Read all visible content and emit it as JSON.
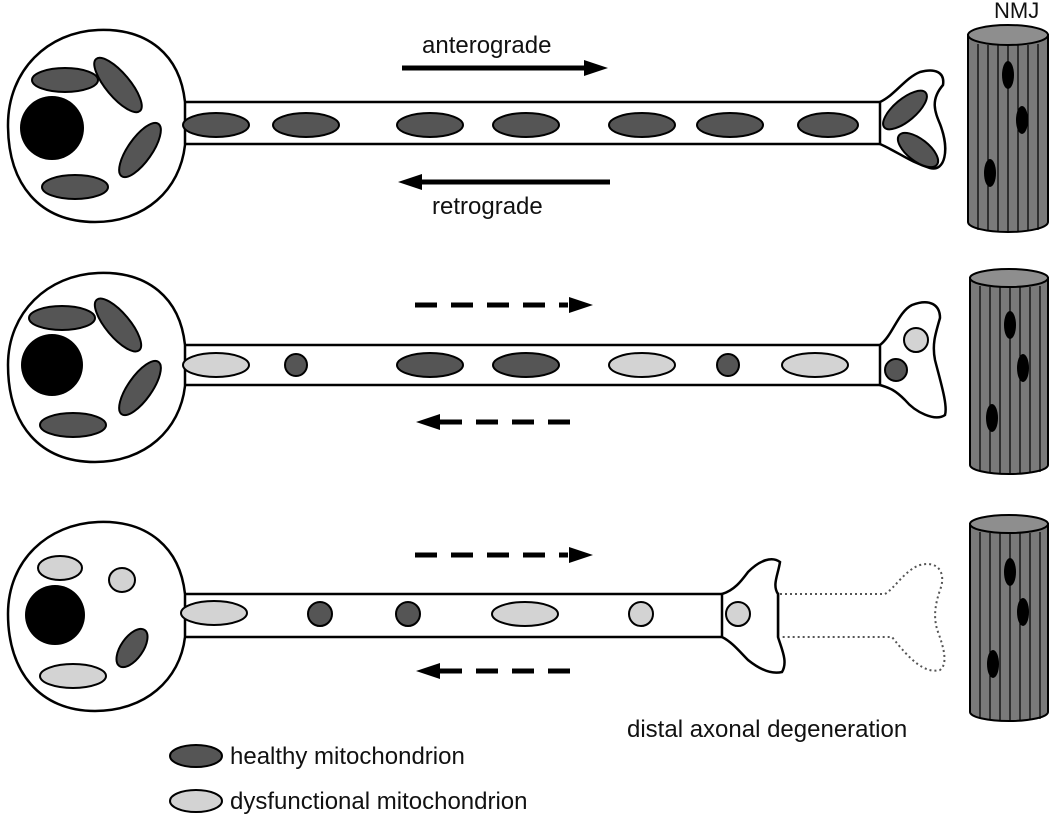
{
  "labels": {
    "nmj": "NMJ",
    "anterograde": "anterograde",
    "retrograde": "retrograde",
    "degeneration": "distal axonal degeneration"
  },
  "legend": {
    "healthy": "healthy mitochondrion",
    "dysfunctional": "dysfunctional mitochondrion"
  },
  "colors": {
    "healthy": "#555555",
    "dysfunctional": "#d3d3d3",
    "nucleus": "#000000",
    "muscle": "#7a7a7a",
    "outline": "#000000",
    "background": "#ffffff"
  }
}
